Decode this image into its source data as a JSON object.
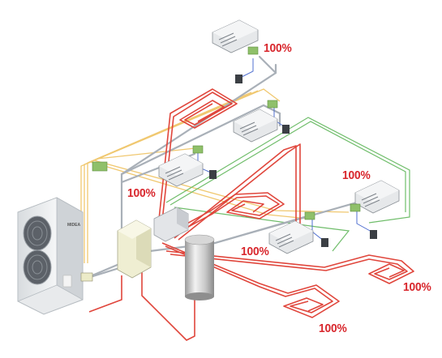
{
  "labels": {
    "load_top": "100%",
    "load_left": "100%",
    "load_mid": "100%",
    "load_right": "100%",
    "load_floor_right": "100%",
    "load_floor_bottom": "100%"
  },
  "brand": "MIDEA",
  "colors": {
    "heating_pipe": "#e0463c",
    "refrigerant_pipe": "#a9b0b8",
    "signal_wire_yellow": "#f0c870",
    "signal_wire_green": "#6fbd6a",
    "control_wire_blue": "#4f6fd0",
    "label": "#d8262c",
    "controller_box": "#8fc06a",
    "hydro_box": "#efeed2"
  }
}
